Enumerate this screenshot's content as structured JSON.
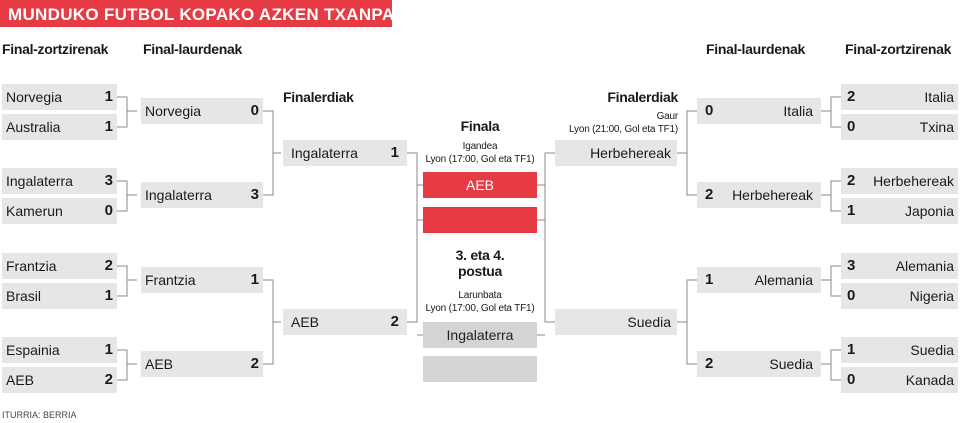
{
  "title": "MUNDUKO FUTBOL KOPAKO AZKEN TXANPA",
  "headers": {
    "left_r16": "Final-zortzirenak",
    "left_qf": "Final-laurdenak",
    "left_sf": "Finalerdiak",
    "right_qf": "Final-laurdenak",
    "right_r16": "Final-zortzirenak",
    "right_sf": "Finalerdiak",
    "final": "Finala",
    "third_line1": "3. eta 4.",
    "third_line2": "postua"
  },
  "left": {
    "r16": [
      {
        "team": "Norvegia",
        "score": "1"
      },
      {
        "team": "Australia",
        "score": "1"
      },
      {
        "team": "Ingalaterra",
        "score": "3"
      },
      {
        "team": "Kamerun",
        "score": "0"
      },
      {
        "team": "Frantzia",
        "score": "2"
      },
      {
        "team": "Brasil",
        "score": "1"
      },
      {
        "team": "Espainia",
        "score": "1"
      },
      {
        "team": "AEB",
        "score": "2"
      }
    ],
    "qf": [
      {
        "team": "Norvegia",
        "score": "0"
      },
      {
        "team": "Ingalaterra",
        "score": "3"
      },
      {
        "team": "Frantzia",
        "score": "1"
      },
      {
        "team": "AEB",
        "score": "2"
      }
    ],
    "sf": [
      {
        "team": "Ingalaterra",
        "score": "1"
      },
      {
        "team": "AEB",
        "score": "2"
      }
    ]
  },
  "right": {
    "r16": [
      {
        "team": "Italia",
        "score": "2"
      },
      {
        "team": "Txina",
        "score": "0"
      },
      {
        "team": "Herbehereak",
        "score": "2"
      },
      {
        "team": "Japonia",
        "score": "1"
      },
      {
        "team": "Alemania",
        "score": "3"
      },
      {
        "team": "Nigeria",
        "score": "0"
      },
      {
        "team": "Suedia",
        "score": "1"
      },
      {
        "team": "Kanada",
        "score": "0"
      }
    ],
    "qf": [
      {
        "team": "Italia",
        "score": "0"
      },
      {
        "team": "Herbehereak",
        "score": "2"
      },
      {
        "team": "Alemania",
        "score": "1"
      },
      {
        "team": "Suedia",
        "score": "2"
      }
    ],
    "sf": [
      {
        "team": "Herbehereak",
        "score": ""
      },
      {
        "team": "Suedia",
        "score": ""
      }
    ],
    "sf_note_line1": "Gaur",
    "sf_note_line2": "Lyon (21:00, Gol eta TF1)"
  },
  "final": {
    "note_line1": "Igandea",
    "note_line2": "Lyon (17:00, Gol eta TF1)",
    "team1": "AEB",
    "team2": ""
  },
  "third_place": {
    "note_line1": "Larunbata",
    "note_line2": "Lyon (17:00, Gol eta TF1)",
    "team1": "Ingalaterra",
    "team2": ""
  },
  "source": "ITURRIA: BERRIA",
  "colors": {
    "accent": "#e63b44",
    "box": "#e6e6e6",
    "box_third": "#d4d4d4",
    "line": "#888888"
  }
}
